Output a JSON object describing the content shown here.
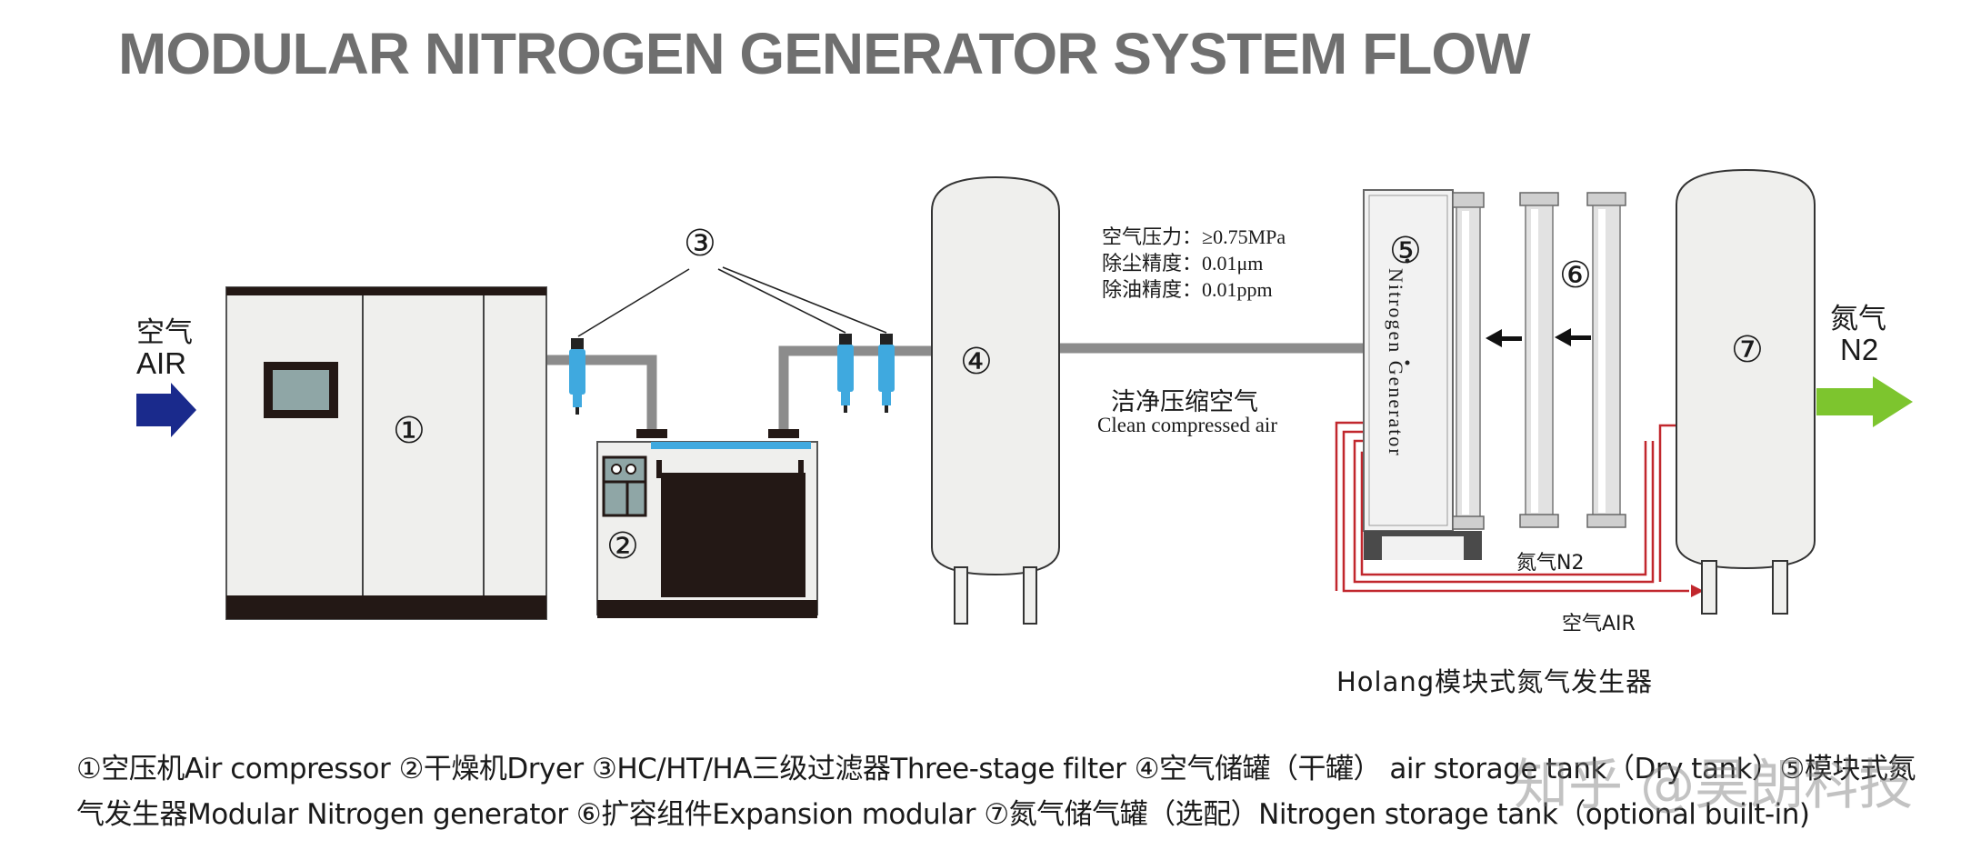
{
  "title": "MODULAR NITROGEN GENERATOR SYSTEM FLOW",
  "inlet": {
    "cn": "空气",
    "en": "AIR"
  },
  "outlet": {
    "cn": "氮气",
    "en": "N2"
  },
  "markers": {
    "m1": "①",
    "m2": "②",
    "m3": "③",
    "m4": "④",
    "m5": "⑤",
    "m6": "⑥",
    "m7": "⑦"
  },
  "specs": {
    "pressure": "空气压力：≥0.75MPa",
    "dust": "除尘精度：0.01μm",
    "oil": "除油精度：0.01ppm"
  },
  "clean_air": {
    "cn": "洁净压缩空气",
    "en": "Clean compressed air"
  },
  "generator_vertical_label": "Nitrogen Generator",
  "return_lines": {
    "n2": "氮气N2",
    "air": "空气AIR"
  },
  "brand_label": "Holang模块式氮气发生器",
  "legend": {
    "line1": "①空压机Air compressor ②干燥机Dryer ③HC/HT/HA三级过滤器Three-stage filter ④空气储罐（干罐） air storage tank（Dry tank）⑤模块式氮",
    "line2": "气发生器Modular Nitrogen generator ⑥扩容组件Expansion modular ⑦氮气储气罐（选配）Nitrogen storage tank（optional built-in)"
  },
  "watermark": "知乎 @昊朗科技",
  "colors": {
    "title": "#6f6f6f",
    "pipe": "#8c8c8c",
    "machine_dark": "#231815",
    "filter_blue": "#3fa9df",
    "inlet_arrow": "#1a2a8c",
    "outlet_arrow": "#7dc52e",
    "return_line": "#c1272d"
  }
}
